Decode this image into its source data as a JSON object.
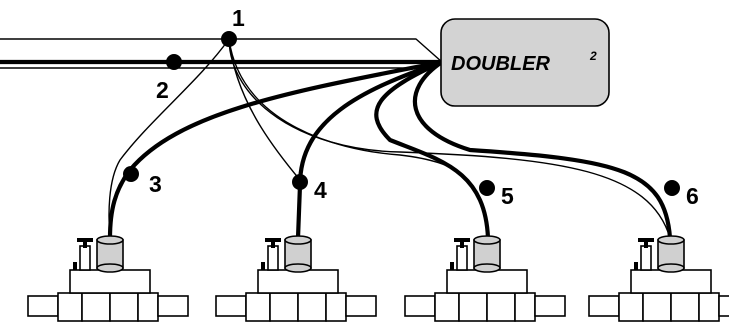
{
  "device": {
    "label": "DOUBLER",
    "superscript": "2",
    "fill": "#d3d3d3"
  },
  "callouts": [
    "1",
    "2",
    "3",
    "4",
    "5",
    "6"
  ],
  "valves": [
    {
      "id": "valve-1"
    },
    {
      "id": "valve-2"
    },
    {
      "id": "valve-3"
    },
    {
      "id": "valve-4"
    }
  ],
  "colors": {
    "wire": "#000000",
    "solenoid": "#d0d0d0",
    "background": "#ffffff"
  }
}
